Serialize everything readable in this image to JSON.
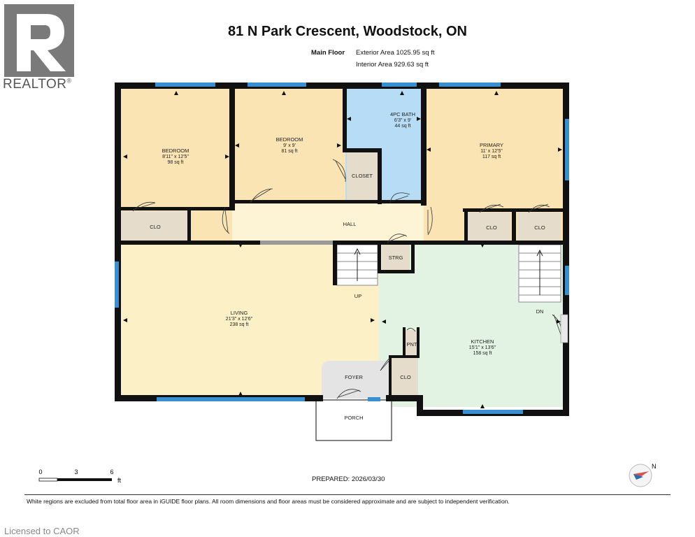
{
  "brand": {
    "name": "REALTOR",
    "mark": "®",
    "logo_letter": "R"
  },
  "header": {
    "title": "81 N Park Crescent, Woodstock, ON",
    "floor_label": "Main Floor",
    "exterior_area": "Exterior Area 1025.95 sq ft",
    "interior_area": "Interior Area 929.63 sq ft"
  },
  "rooms": {
    "bedroom1": {
      "name": "BEDROOM",
      "dims": "8'11\" x 12'5\"",
      "area": "98 sq ft"
    },
    "bedroom2": {
      "name": "BEDROOM",
      "dims": "9' x 9'",
      "area": "81 sq ft"
    },
    "bath": {
      "name": "4PC BATH",
      "dims": "6'3\" x 9'",
      "area": "44 sq ft"
    },
    "primary": {
      "name": "PRIMARY",
      "dims": "11' x 12'5\"",
      "area": "117 sq ft"
    },
    "closet": "CLOSET",
    "clo": "CLO",
    "hall": "HALL",
    "strg": "STRG",
    "up": "UP",
    "dn": "DN",
    "living": {
      "name": "LIVING",
      "dims": "21'3\" x 12'6\"",
      "area": "238 sq ft"
    },
    "kitchen": {
      "name": "KITCHEN",
      "dims": "15'1\" x 13'6\"",
      "area": "158 sq ft"
    },
    "pnt": "PNT",
    "foyer": "FOYER",
    "porch": "PORCH"
  },
  "scale": {
    "t0": "0",
    "t1": "3",
    "t2": "6",
    "unit": "ft"
  },
  "compass_label": "N",
  "prepared": "PREPARED: 2026/03/30",
  "disclaimer": "White regions are excluded from total floor area in iGUIDE floor plans. All room dimensions and floor areas must be considered approximate and are subject to independent verification.",
  "licensed": "Licensed to CAOR",
  "colors": {
    "bedroom": "#fbe4b3",
    "bath": "#b6dcf6",
    "hall": "#fdf4d6",
    "living": "#fcf0c6",
    "kitchen": "#e2f3e3",
    "closet": "#e6dccb",
    "foyer": "#e4e4e4",
    "wall": "#111111",
    "window": "#3a8fd0"
  }
}
